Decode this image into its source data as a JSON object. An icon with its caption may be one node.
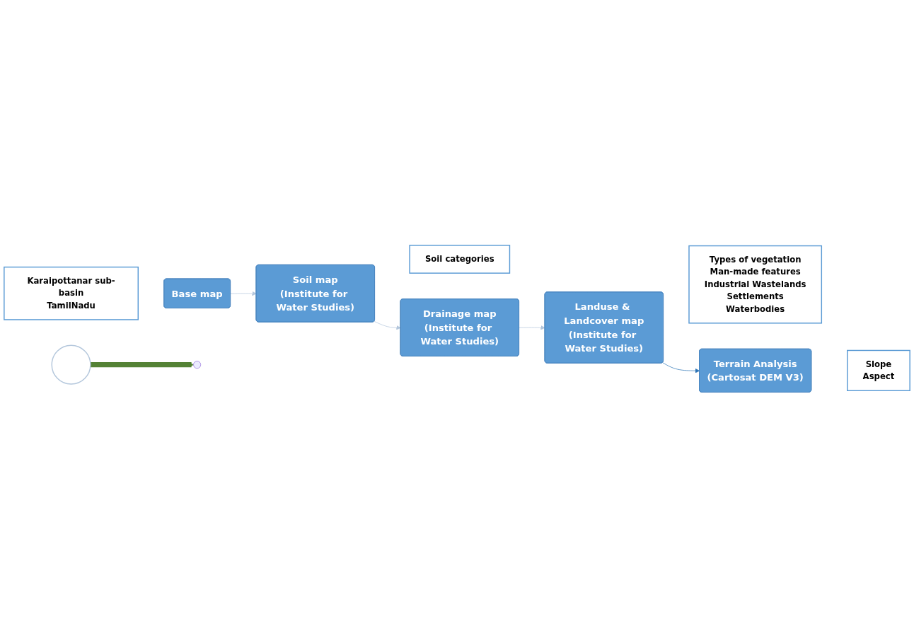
{
  "diagram": {
    "nodes": [
      {
        "text": [
          "Base map"
        ]
      },
      {
        "text": [
          "Karaipottanar sub-basin",
          "TamilNadu"
        ]
      },
      {
        "text": [
          "Soil map",
          "(Institute for Water Studies)"
        ]
      },
      {
        "text": [
          "Soil categories"
        ]
      },
      {
        "text": [
          "Drainage map",
          "(Institute for Water Studies)"
        ]
      },
      {
        "text": [
          "Landuse & Landcover map",
          "(Institute for Water Studies)"
        ]
      },
      {
        "text": [
          "Types of vegetation",
          "Man-made features",
          "Industrial Wastelands",
          "Settlements",
          "Waterbodies"
        ]
      },
      {
        "text": [
          "Terrain Analysis",
          "(Cartosat DEM V3)"
        ]
      },
      {
        "text": [
          "Slope",
          "Aspect"
        ]
      },
      {
        "text": [],
        "shape": "circle"
      }
    ],
    "edges": [
      {
        "from": 0,
        "to": 2,
        "arrow": "to",
        "color": "#b4c7dc"
      },
      {
        "from": 2,
        "to": 4,
        "arrow": "to",
        "color": "#b4c7dc"
      },
      {
        "from": 4,
        "to": 5,
        "arrow": "to",
        "color": "#b4c7dc"
      },
      {
        "from": 5,
        "to": 7,
        "arrow": "to",
        "color": "#2e75b6"
      },
      {
        "from": 9,
        "to": null,
        "arrow": "to",
        "style": "thick",
        "color": "#548235"
      }
    ]
  }
}
